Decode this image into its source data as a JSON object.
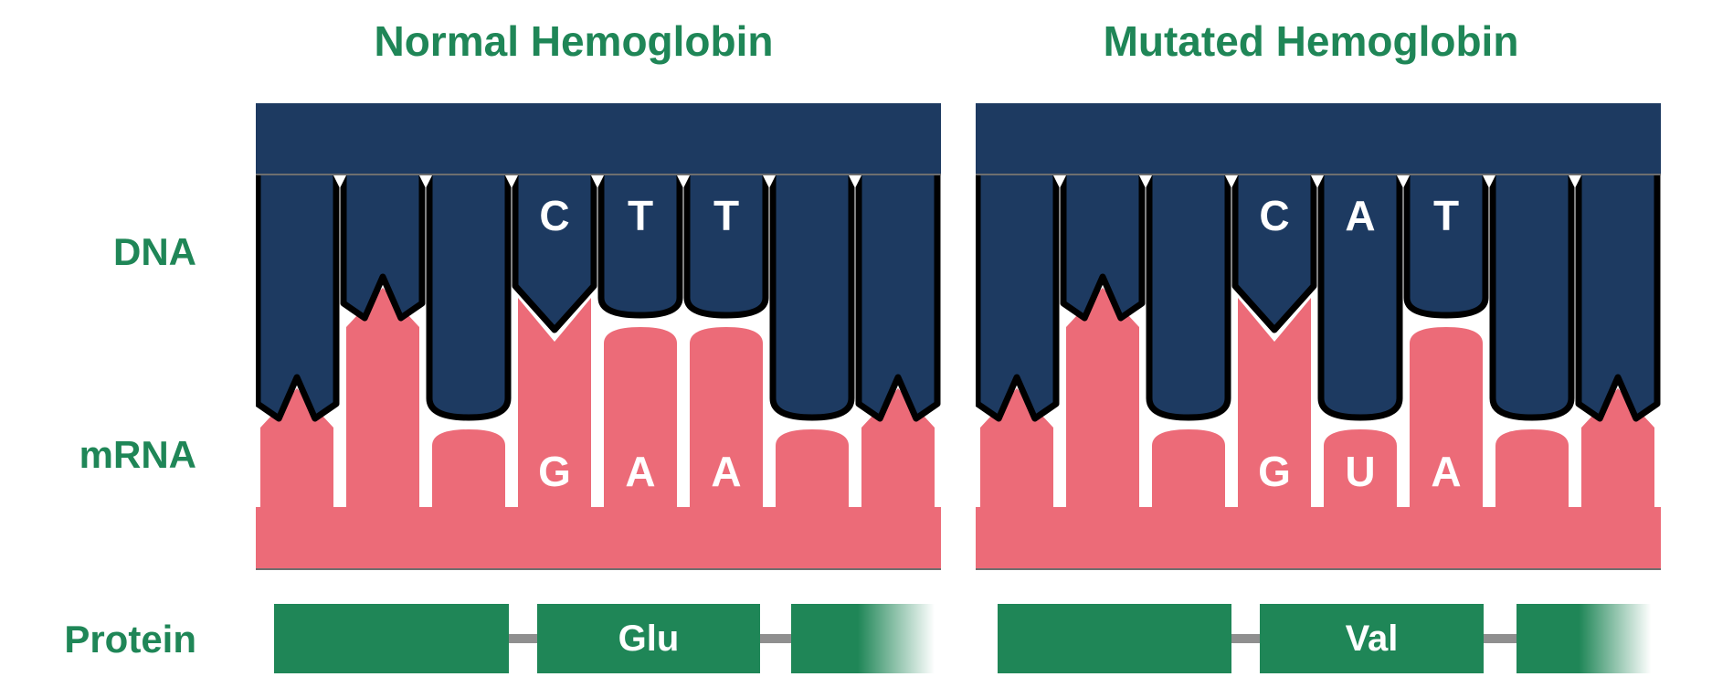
{
  "row_labels": {
    "dna": "DNA",
    "mrna": "mRNA",
    "protein": "Protein"
  },
  "colors": {
    "dna_strand": "#1d3a61",
    "mrna_strand": "#ec6b78",
    "protein_green": "#1f8657",
    "title_green": "#1f8657",
    "tooth_outline": "#000000",
    "backbone_edge_line": "#6e6e6e",
    "protein_connector": "#8f8f8f",
    "letter_white": "#ffffff"
  },
  "panels": [
    {
      "title": "Normal Hemoglobin",
      "dna_codon": "CTT",
      "mrna_codon": "GAA",
      "protein": "Glu",
      "teeth": [
        {
          "shape": "peak",
          "dna": "long"
        },
        {
          "shape": "peak",
          "dna": "short"
        },
        {
          "shape": "round",
          "dna": "long"
        },
        {
          "shape": "tip",
          "dna": "short",
          "dna_letter": "C",
          "mrna_letter": "G"
        },
        {
          "shape": "round",
          "dna": "short",
          "dna_letter": "T",
          "mrna_letter": "A"
        },
        {
          "shape": "round",
          "dna": "short",
          "dna_letter": "T",
          "mrna_letter": "A"
        },
        {
          "shape": "round",
          "dna": "long"
        },
        {
          "shape": "peak",
          "dna": "long"
        }
      ]
    },
    {
      "title": "Mutated Hemoglobin",
      "dna_codon": "CAT",
      "mrna_codon": "GUA",
      "protein": "Val",
      "teeth": [
        {
          "shape": "peak",
          "dna": "long"
        },
        {
          "shape": "peak",
          "dna": "short"
        },
        {
          "shape": "round",
          "dna": "long"
        },
        {
          "shape": "tip",
          "dna": "short",
          "dna_letter": "C",
          "mrna_letter": "G"
        },
        {
          "shape": "round",
          "dna": "long",
          "dna_letter": "A",
          "mrna_letter": "U"
        },
        {
          "shape": "round",
          "dna": "short",
          "dna_letter": "T",
          "mrna_letter": "A"
        },
        {
          "shape": "round",
          "dna": "long"
        },
        {
          "shape": "peak",
          "dna": "long"
        }
      ]
    }
  ]
}
